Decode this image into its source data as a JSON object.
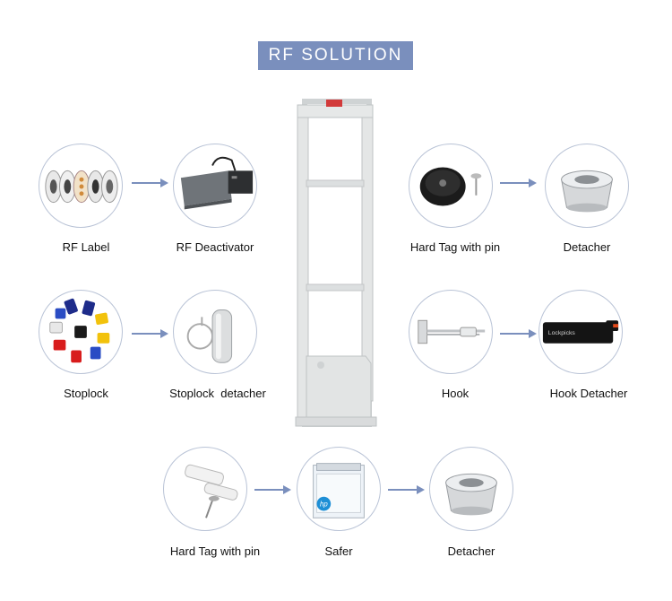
{
  "title": "RF SOLUTION",
  "items": {
    "rf_label": "RF Label",
    "rf_deactivator": "RF Deactivator",
    "hard_tag_pin_right": "Hard Tag with pin",
    "detacher_right": "Detacher",
    "stoplock": "Stoplock",
    "stoplock_detacher": "Stoplock  detacher",
    "hook": "Hook",
    "hook_detacher": "Hook Detacher",
    "hard_tag_pin_bottom": "Hard Tag with pin",
    "safer": "Safer",
    "detacher_bottom": "Detacher"
  },
  "logos": {
    "hook_detacher_brand": "Lockpicks",
    "safer_brand": "hp"
  },
  "colors": {
    "banner": "#7a8fbd",
    "arrow": "#7a8fbd",
    "circle_border": "#b9c3d6"
  }
}
